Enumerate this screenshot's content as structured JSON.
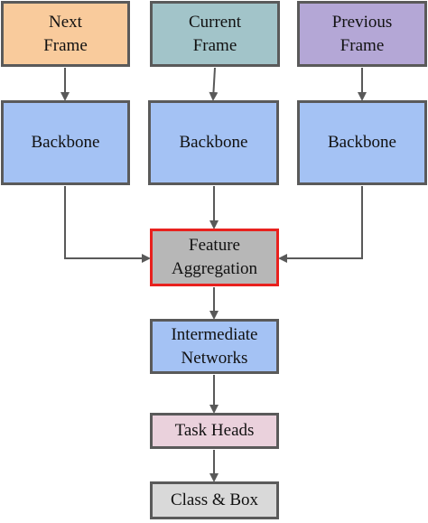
{
  "colors": {
    "frame_next_fill": "#f9cb9c",
    "frame_current_fill": "#a2c4c9",
    "frame_previous_fill": "#b4a7d6",
    "backbone_fill": "#a4c2f4",
    "feature_fill": "#b7b7b7",
    "feature_border": "#e8211e",
    "intermediate_fill": "#a4c2f4",
    "task_fill": "#ead1dc",
    "class_fill": "#d9d9d9",
    "border": "#5a5a5a",
    "arrow": "#595959"
  },
  "nodes": {
    "next_frame": "Next\nFrame",
    "current_frame": "Current\nFrame",
    "previous_frame": "Previous\nFrame",
    "backbone_1": "Backbone",
    "backbone_2": "Backbone",
    "backbone_3": "Backbone",
    "feature_aggregation": "Feature\nAggregation",
    "intermediate_networks": "Intermediate\nNetworks",
    "task_heads": "Task Heads",
    "class_box": "Class & Box"
  },
  "edges": [
    [
      "next_frame",
      "backbone_1"
    ],
    [
      "current_frame",
      "backbone_2"
    ],
    [
      "previous_frame",
      "backbone_3"
    ],
    [
      "backbone_1",
      "feature_aggregation"
    ],
    [
      "backbone_2",
      "feature_aggregation"
    ],
    [
      "backbone_3",
      "feature_aggregation"
    ],
    [
      "feature_aggregation",
      "intermediate_networks"
    ],
    [
      "intermediate_networks",
      "task_heads"
    ],
    [
      "task_heads",
      "class_box"
    ]
  ]
}
